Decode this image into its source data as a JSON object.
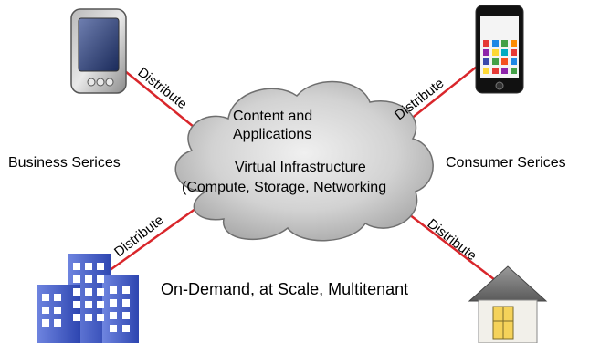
{
  "cloud": {
    "line1": "Content and",
    "line2": "Applications",
    "line3": "Virtual Infrastructure",
    "line4": "(Compute, Storage, Networking"
  },
  "connector_label": "Distribute",
  "connectors": [
    {
      "label": "Distribute"
    },
    {
      "label": "Distribute"
    },
    {
      "label": "Distribute"
    },
    {
      "label": "Distribute"
    }
  ],
  "left_label": "Business Serices",
  "right_label": "Consumer Serices",
  "bottom_label": "On-Demand, at Scale, Multitenant",
  "icons": {
    "top_left": "feature-phone-icon",
    "top_right": "smartphone-icon",
    "bottom_left": "office-building-icon",
    "bottom_right": "house-icon"
  },
  "colors": {
    "connector": "#d9262b",
    "cloud_fill": "#c8c8c8",
    "cloud_stroke": "#6f6f6f",
    "building": "#3a56c7",
    "phone_screen": "#1a2a5a"
  }
}
